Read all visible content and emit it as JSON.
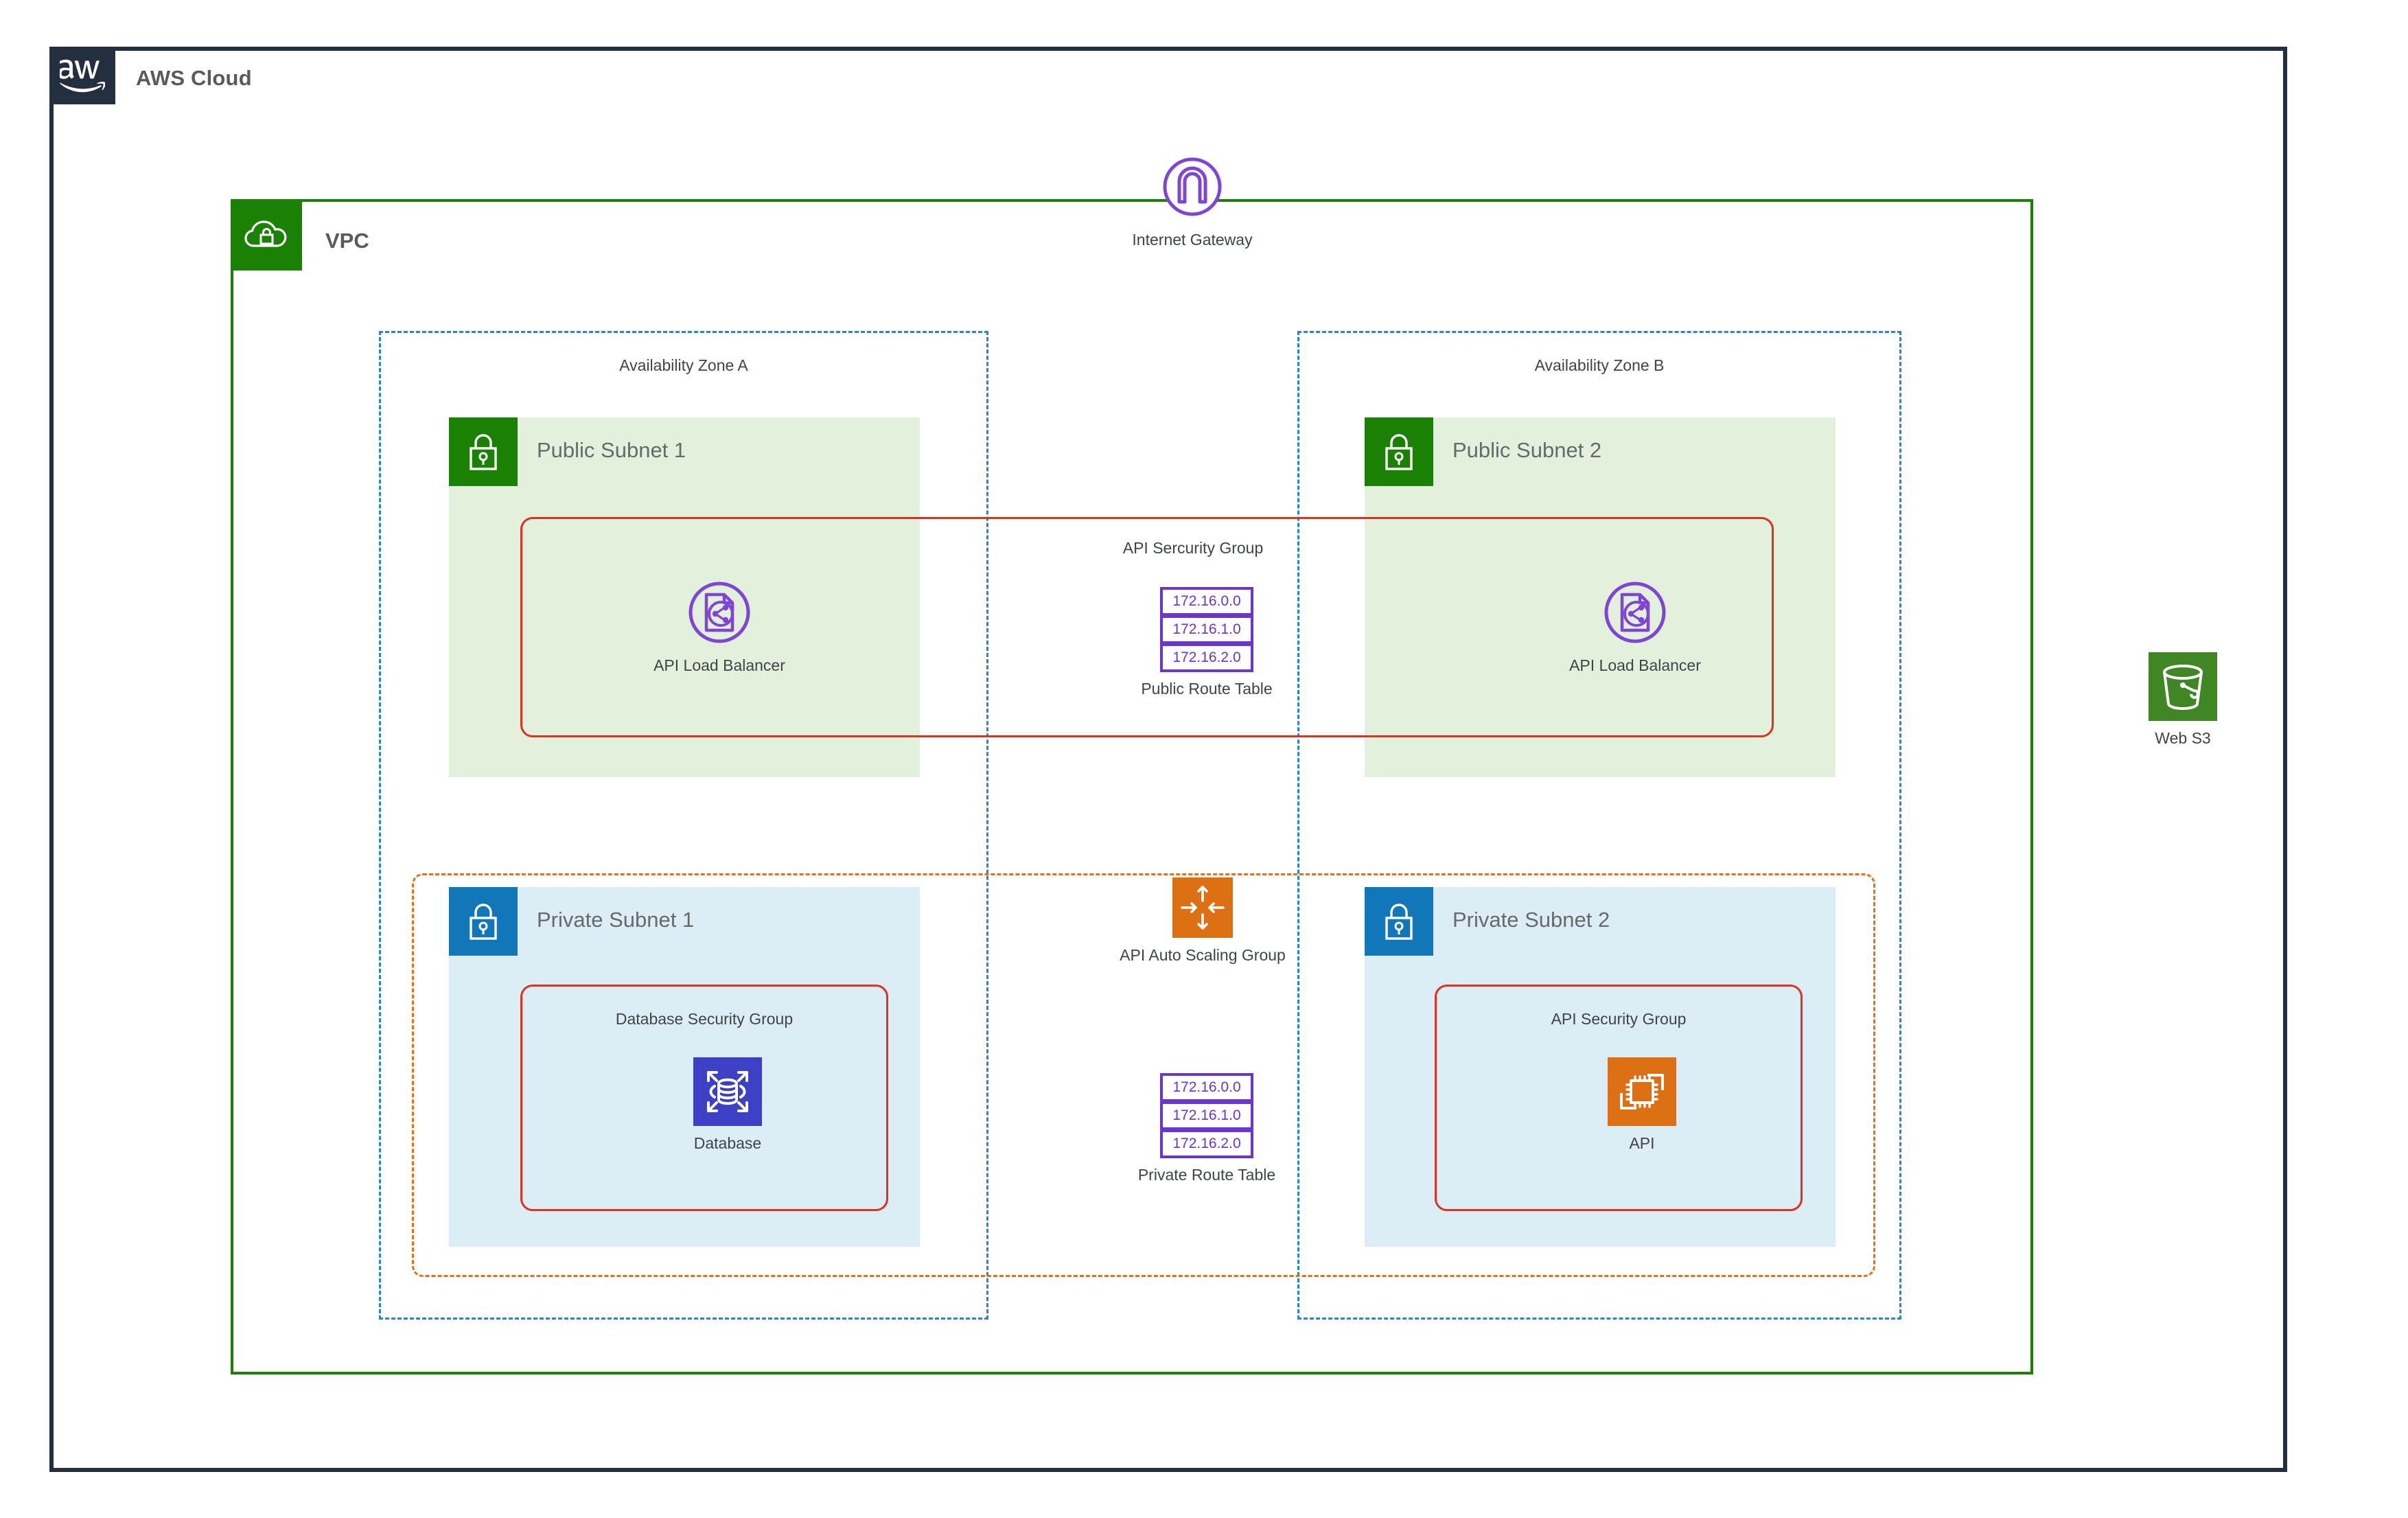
{
  "cloud": {
    "title": "AWS Cloud",
    "logo_icon": "aws-logo-icon",
    "border_color": "#232F3E"
  },
  "vpc": {
    "title": "VPC",
    "icon": "vpc-cloud-lock-icon",
    "border_color": "#1B8104"
  },
  "internet_gateway": {
    "label": "Internet Gateway",
    "icon": "internet-gateway-icon",
    "color": "#7F46D6"
  },
  "availability_zones": [
    {
      "label": "Availability Zone A",
      "border_color": "#2E86C1"
    },
    {
      "label": "Availability Zone B",
      "border_color": "#2E86C1"
    }
  ],
  "public_subnets": [
    {
      "label": "Public Subnet 1",
      "icon": "padlock-icon",
      "badge_color": "#1B8104",
      "fill": "#E3F0DC"
    },
    {
      "label": "Public Subnet 2",
      "icon": "padlock-icon",
      "badge_color": "#1B8104",
      "fill": "#E3F0DC"
    }
  ],
  "private_subnets": [
    {
      "label": "Private Subnet 1",
      "icon": "padlock-icon",
      "badge_color": "#1277B8",
      "fill": "#DDEDF5"
    },
    {
      "label": "Private Subnet 2",
      "icon": "padlock-icon",
      "badge_color": "#1277B8",
      "fill": "#DDEDF5"
    }
  ],
  "security_groups": {
    "api_public": {
      "label": "API Sercurity Group",
      "border_color": "#E0301E"
    },
    "database": {
      "label": "Database Security Group",
      "border_color": "#E0301E"
    },
    "api_private": {
      "label": "API Security Group",
      "border_color": "#E0301E"
    }
  },
  "nodes": {
    "load_balancer_1": {
      "label": "API Load Balancer",
      "icon": "load-balancer-icon",
      "color": "#7F46D6"
    },
    "load_balancer_2": {
      "label": "API Load Balancer",
      "icon": "load-balancer-icon",
      "color": "#7F46D6"
    },
    "database": {
      "label": "Database",
      "icon": "database-icon",
      "color": "#3C40C6"
    },
    "api": {
      "label": "API",
      "icon": "ec2-instance-icon",
      "color": "#DD7014"
    },
    "auto_scaling_group": {
      "label": "API Auto Scaling Group",
      "icon": "auto-scaling-icon",
      "color": "#DD7014"
    },
    "web_s3": {
      "label": "Web S3",
      "icon": "s3-bucket-icon",
      "color": "#3F8624"
    }
  },
  "route_tables": {
    "public": {
      "label": "Public Route Table",
      "rows": [
        "172.16.0.0",
        "172.16.1.0",
        "172.16.2.0"
      ],
      "color": "#6B35CE"
    },
    "private": {
      "label": "Private Route Table",
      "rows": [
        "172.16.0.0",
        "172.16.1.0",
        "172.16.2.0"
      ],
      "color": "#6B35CE"
    }
  }
}
